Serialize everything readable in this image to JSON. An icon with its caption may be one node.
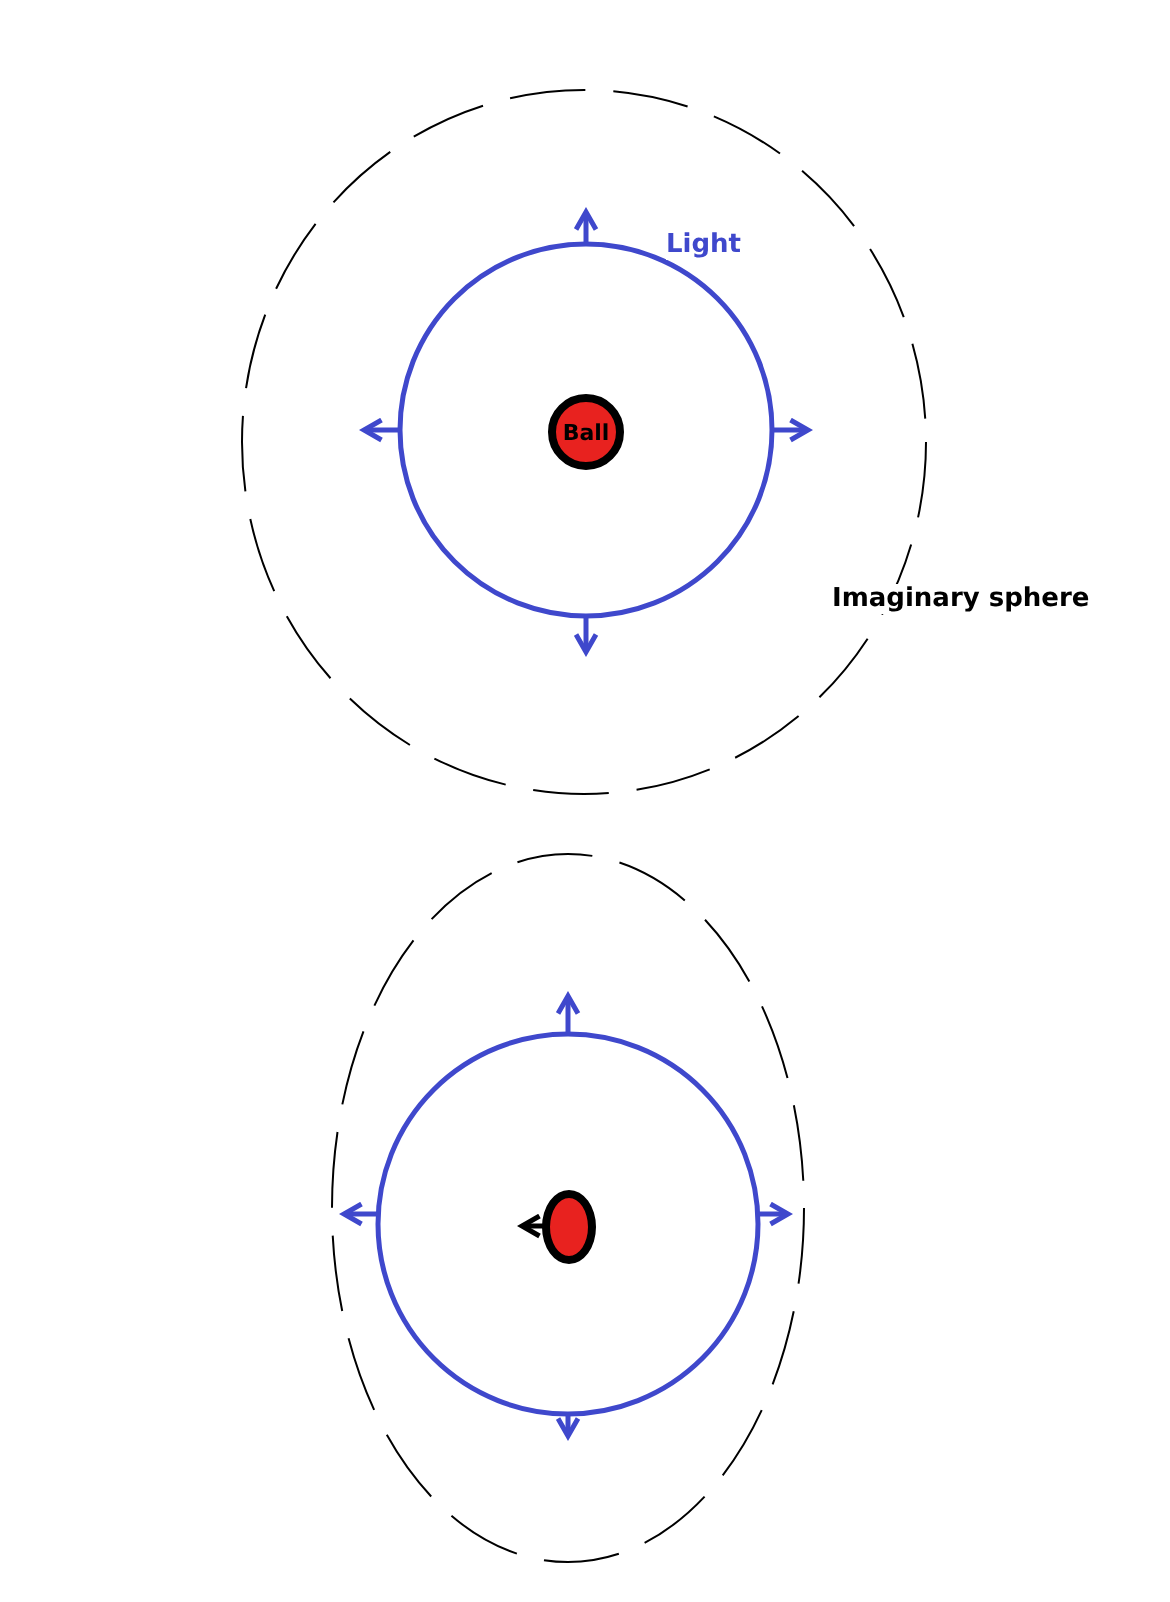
{
  "diagram": {
    "nodes": [
      {
        "text": [
          "Ball"
        ]
      },
      {
        "text": [],
        "shape": "circle"
      }
    ],
    "labels": [
      "Light",
      "Imaginary sphere"
    ]
  }
}
